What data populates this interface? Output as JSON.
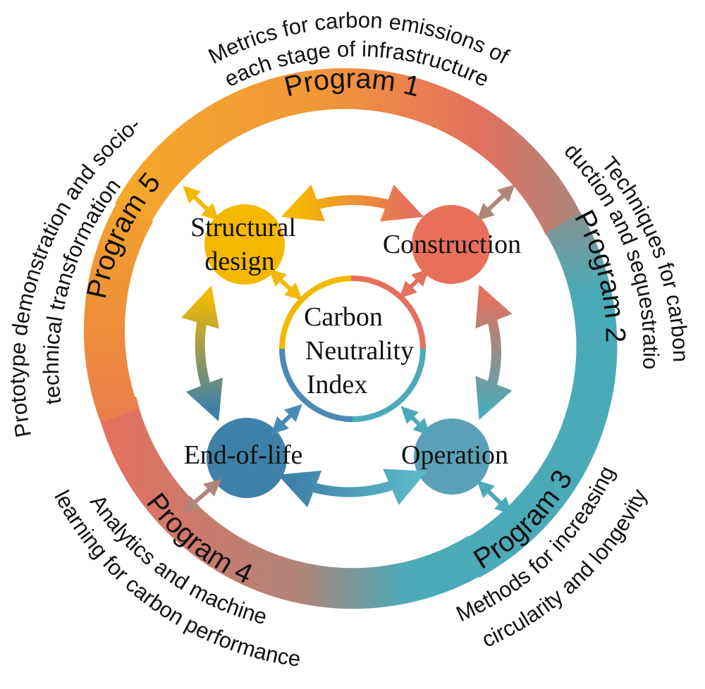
{
  "programs": {
    "p1": {
      "label": "Program 1",
      "description": [
        "Metrics for carbon emissions of",
        "each stage of infrastructure"
      ]
    },
    "p2": {
      "label": "Program 2",
      "description": [
        "Techniques for carbon",
        "reduction and sequestration"
      ]
    },
    "p3": {
      "label": "Program 3",
      "description": [
        "Methods for increasing",
        "circularity and longevity"
      ]
    },
    "p4": {
      "label": "Program 4",
      "description": [
        "Analytics and machine",
        "learning for carbon performance"
      ]
    },
    "p5": {
      "label": "Program 5",
      "description": [
        "Prototype demonstration and socio-",
        "technical transformation"
      ]
    }
  },
  "stages": {
    "structural": {
      "lines": [
        "Structural",
        "design"
      ],
      "color": "#F5B800"
    },
    "construction": {
      "lines": [
        "Construction"
      ],
      "color": "#E8705A"
    },
    "operation": {
      "lines": [
        "Operation"
      ],
      "color": "#5BA0B8"
    },
    "endoflife": {
      "lines": [
        "End-of-life"
      ],
      "color": "#3F80A8"
    }
  },
  "center": {
    "lines": [
      "Carbon",
      "Neutrality",
      "Index"
    ]
  },
  "colors": {
    "orange": "#F0A030",
    "salmon": "#E5705E",
    "teal": "#4BAAB8",
    "mauve": "#B0857A",
    "yellow": "#F5B800"
  }
}
